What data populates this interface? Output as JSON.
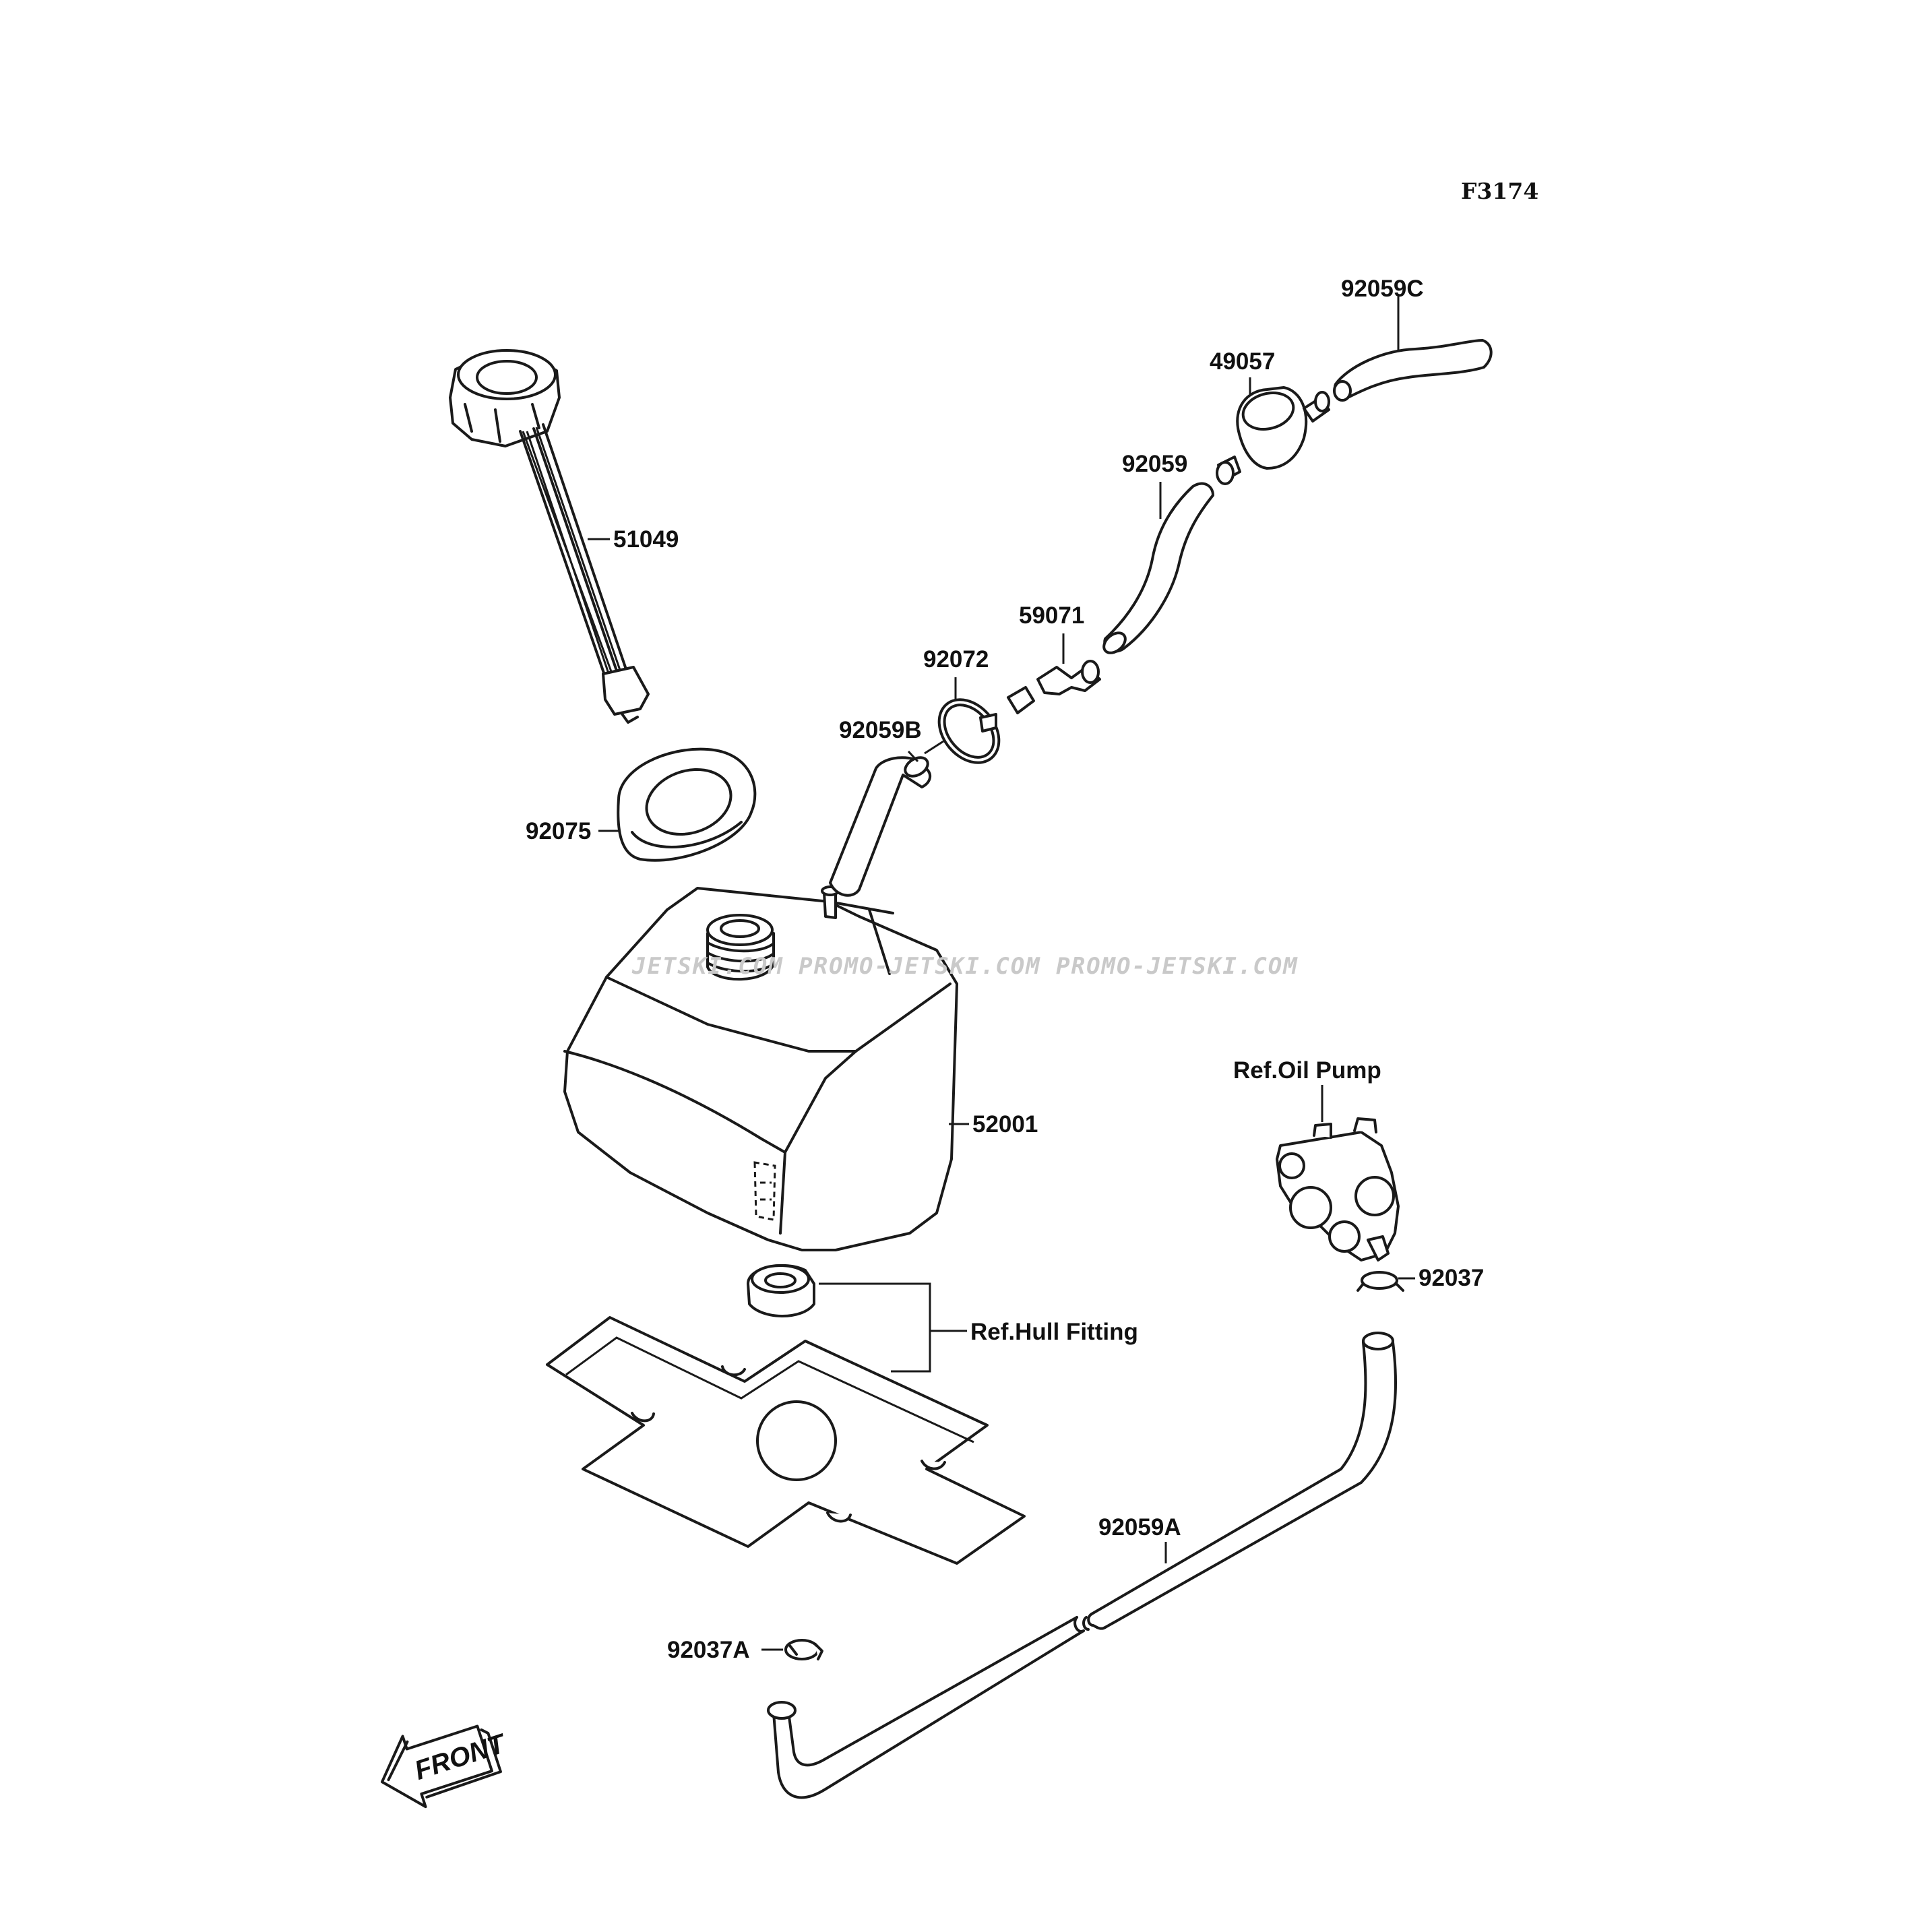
{
  "figure_code": "F3174",
  "watermark": "JETSKI.COM PROMO-JETSKI.COM  PROMO-JETSKI.COM",
  "front_label": "FRONT",
  "callouts": {
    "p92059C": "92059C",
    "p49057": "49057",
    "p92059": "92059",
    "p51049": "51049",
    "p59071": "59071",
    "p92072": "92072",
    "p92059B": "92059B",
    "p92075": "92075",
    "p52001": "52001",
    "ref_oil_pump": "Ref.Oil Pump",
    "p92037": "92037",
    "ref_hull_fitting": "Ref.Hull Fitting",
    "p92059A": "92059A",
    "p92037A": "92037A"
  }
}
